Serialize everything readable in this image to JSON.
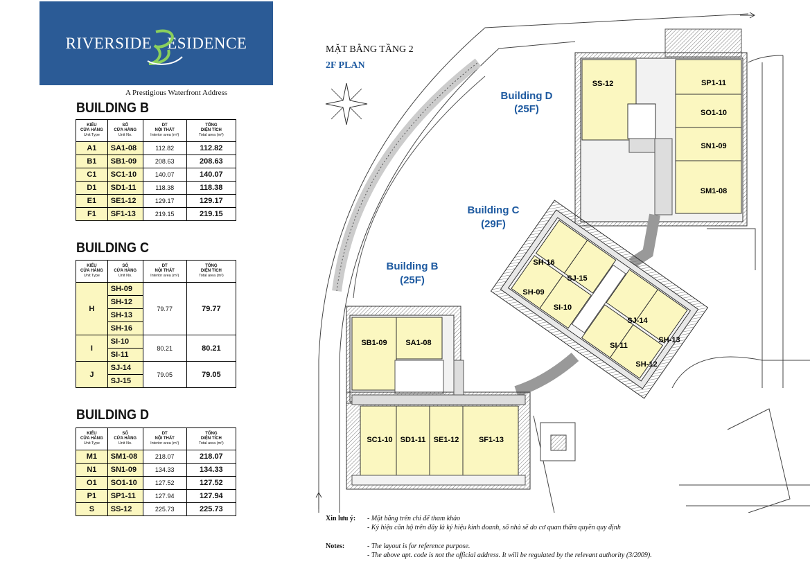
{
  "header": {
    "logo_text_left": "RIVERSIDE",
    "logo_text_right": "ESIDENCE",
    "tagline": "A Prestigious Waterfront Address"
  },
  "table_headers": {
    "type_vi": "KIỂU",
    "type_vi2": "CỬA HÀNG",
    "type_en": "Unit Type",
    "no_vi": "SỐ",
    "no_vi2": "CỬA HÀNG",
    "no_en": "Unit No.",
    "area_vi": "DT",
    "area_vi2": "NỘI THẤT",
    "area_en": "Interior area (m²)",
    "total_vi": "TỔNG",
    "total_vi2": "DIỆN TÍCH",
    "total_en": "Total area (m²)"
  },
  "building_b": {
    "title": "BUILDING B",
    "rows": [
      {
        "type": "A1",
        "unit": "SA1-08",
        "area": "112.82",
        "total": "112.82"
      },
      {
        "type": "B1",
        "unit": "SB1-09",
        "area": "208.63",
        "total": "208.63"
      },
      {
        "type": "C1",
        "unit": "SC1-10",
        "area": "140.07",
        "total": "140.07"
      },
      {
        "type": "D1",
        "unit": "SD1-11",
        "area": "118.38",
        "total": "118.38"
      },
      {
        "type": "E1",
        "unit": "SE1-12",
        "area": "129.17",
        "total": "129.17"
      },
      {
        "type": "F1",
        "unit": "SF1-13",
        "area": "219.15",
        "total": "219.15"
      }
    ]
  },
  "building_c": {
    "title": "BUILDING C",
    "groups": [
      {
        "type": "H",
        "units": [
          "SH-09",
          "SH-12",
          "SH-13",
          "SH-16"
        ],
        "area": "79.77",
        "total": "79.77"
      },
      {
        "type": "I",
        "units": [
          "SI-10",
          "SI-11"
        ],
        "area": "80.21",
        "total": "80.21"
      },
      {
        "type": "J",
        "units": [
          "SJ-14",
          "SJ-15"
        ],
        "area": "79.05",
        "total": "79.05"
      }
    ]
  },
  "building_d": {
    "title": "BUILDING D",
    "rows": [
      {
        "type": "M1",
        "unit": "SM1-08",
        "area": "218.07",
        "total": "218.07"
      },
      {
        "type": "N1",
        "unit": "SN1-09",
        "area": "134.33",
        "total": "134.33"
      },
      {
        "type": "O1",
        "unit": "SO1-10",
        "area": "127.52",
        "total": "127.52"
      },
      {
        "type": "P1",
        "unit": "SP1-11",
        "area": "127.94",
        "total": "127.94"
      },
      {
        "type": "S",
        "unit": "SS-12",
        "area": "225.73",
        "total": "225.73"
      }
    ]
  },
  "plan": {
    "title": "MẶT BẰNG TẦNG 2",
    "subtitle": "2F PLAN",
    "label_d": "Building D",
    "floors_d": "(25F)",
    "label_c": "Building C",
    "floors_c": "(29F)",
    "label_b": "Building B",
    "floors_b": "(25F)",
    "units_b": [
      "SB1-09",
      "SA1-08",
      "SC1-10",
      "SD1-11",
      "SE1-12",
      "SF1-13"
    ],
    "units_c": [
      "SH-16",
      "SJ-15",
      "SH-09",
      "SI-10",
      "SJ-14",
      "SH-13",
      "SI-11",
      "SH-12"
    ],
    "units_d": [
      "SS-12",
      "SP1-11",
      "SO1-10",
      "SN1-09",
      "SM1-08"
    ]
  },
  "notes": {
    "vi_label": "Xin lưu ý:",
    "vi_1": "- Mặt bằng trên chỉ để tham khảo",
    "vi_2": "- Ký hiệu căn hộ trên đây là ký hiệu kinh doanh, số nhà sẽ do cơ quan thẩm quyền quy định",
    "en_label": "Notes:",
    "en_1": "- The layout is for reference purpose.",
    "en_2": "- The above apt. code is not the official address. It will be regulated by the relevant authority (3/2009)."
  }
}
